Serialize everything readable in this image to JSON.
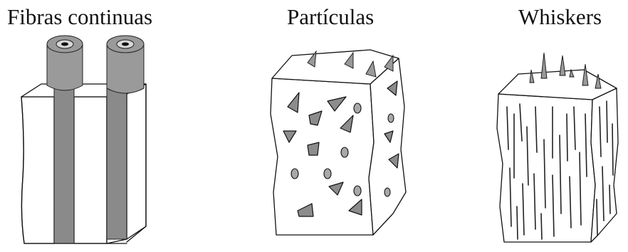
{
  "labels": {
    "fibers": "Fibras continuas",
    "particles": "Partículas",
    "whiskers": "Whiskers"
  },
  "icons": [
    "continuous-fibers-illustration",
    "particles-illustration",
    "whiskers-illustration"
  ]
}
